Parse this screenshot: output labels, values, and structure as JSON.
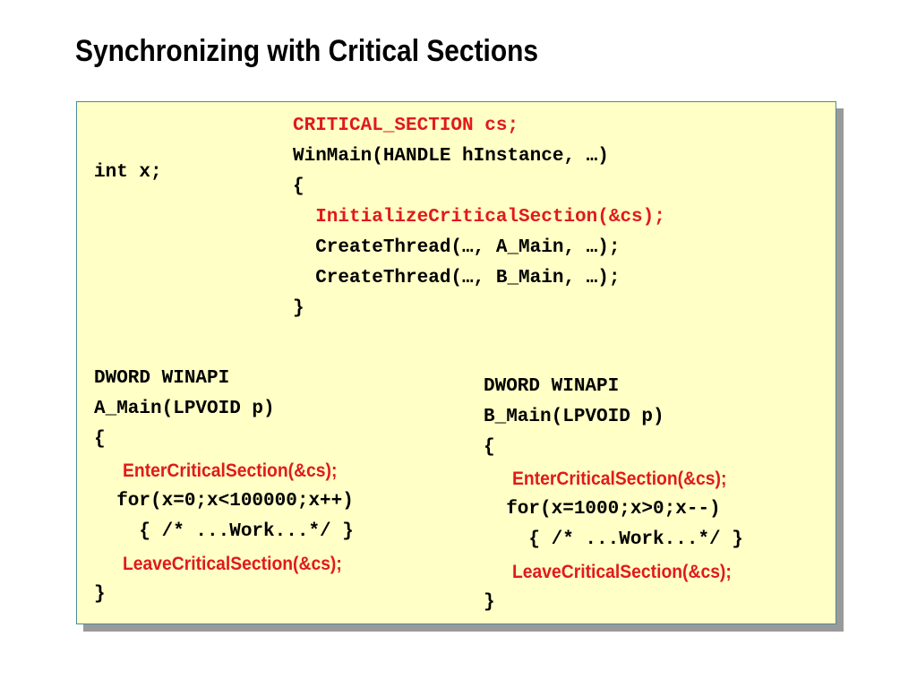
{
  "slide": {
    "title": "Synchronizing with Critical Sections"
  },
  "globals": {
    "int_decl": "int x;"
  },
  "winmain": {
    "line1": "CRITICAL_SECTION cs;",
    "line2": "WinMain(HANDLE hInstance, …)",
    "line3": "{",
    "line4": "  InitializeCriticalSection(&cs);",
    "line5": "  CreateThread(…, A_Main, …);",
    "line6": "  CreateThread(…, B_Main, …);",
    "line7": "}"
  },
  "a_main": {
    "line1": "DWORD WINAPI",
    "line2": "A_Main(LPVOID p)",
    "line3": "{",
    "enter": "EnterCriticalSection(&cs);",
    "loop": "  for(x=0;x<100000;x++)",
    "work": "    { /* ...Work...*/ }",
    "leave": "LeaveCriticalSection(&cs);",
    "close": "}"
  },
  "b_main": {
    "line1": "DWORD WINAPI",
    "line2": "B_Main(LPVOID p)",
    "line3": "{",
    "enter": "EnterCriticalSection(&cs);",
    "loop": "  for(x=1000;x>0;x--)",
    "work": "    { /* ...Work...*/ }",
    "leave": "LeaveCriticalSection(&cs);",
    "close": "}"
  },
  "colors": {
    "panel_bg": "#ffffc6",
    "panel_border": "#4a8c9c",
    "highlight_red": "#e01a1a"
  }
}
